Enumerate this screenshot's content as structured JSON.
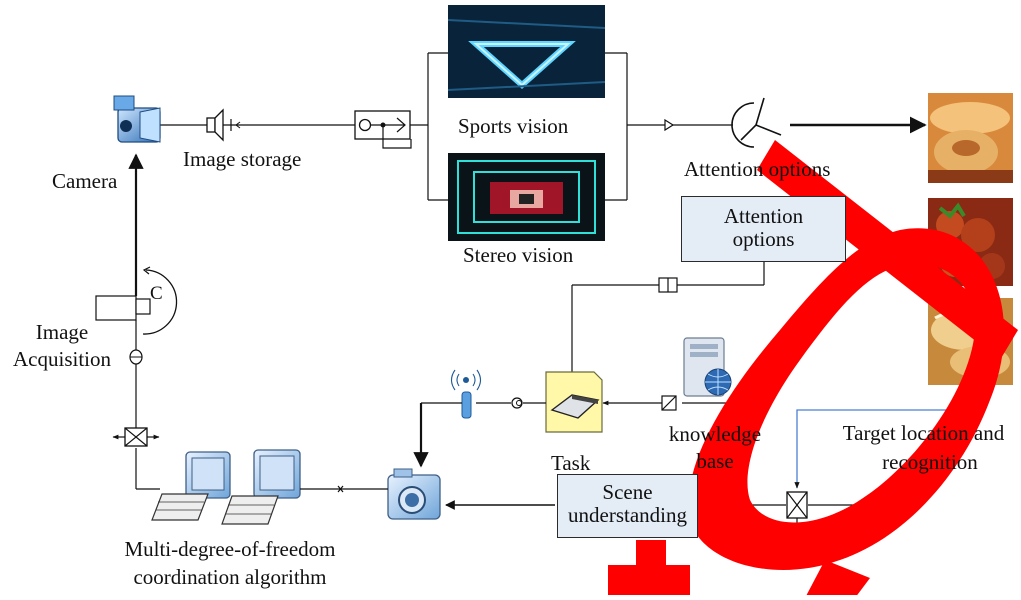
{
  "labels": {
    "camera": "Camera",
    "image_storage": "Image storage",
    "sports_vision": "Sports vision",
    "stereo_vision": "Stereo vision",
    "attention_options_top": "Attention options",
    "image_acquisition_1": "Image",
    "image_acquisition_2": "Acquisition",
    "c_label": "C",
    "task": "Task",
    "knowledge_1": "knowledge",
    "knowledge_2": "base",
    "target_1": "Target location and",
    "target_2": "recognition",
    "mdof_1": "Multi-degree-of-freedom",
    "mdof_2": "coordination algorithm"
  },
  "boxes": {
    "attention_1": "Attention",
    "attention_2": "options",
    "scene_1": "Scene",
    "scene_2": "understanding"
  },
  "colors": {
    "line": "#111111",
    "box_fill": "#e4ecf6",
    "link_blue": "#4a7fd4",
    "watermark_red": "#ff0000"
  },
  "icons": [
    "camera-icon",
    "speaker-icon",
    "switch-icon",
    "attention-gauge-icon",
    "capacitor-icon",
    "server-icon",
    "scanner-icon",
    "antenna-icon",
    "digital-camera-icon",
    "computer-icon",
    "junction-icon"
  ]
}
